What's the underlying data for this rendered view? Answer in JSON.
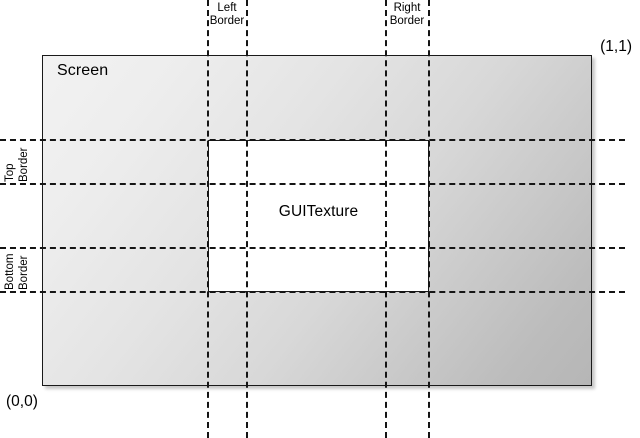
{
  "diagram": {
    "title_shapes": {
      "screen_label": "Screen",
      "guitexture_label": "GUITexture"
    },
    "coordinates": {
      "top_right": "(1,1)",
      "bottom_left": "(0,0)"
    },
    "border_labels": {
      "left": {
        "line1": "Left",
        "line2": "Border"
      },
      "right": {
        "line1": "Right",
        "line2": "Border"
      },
      "top": {
        "line1": "Top",
        "line2": "Border"
      },
      "bottom": {
        "line1": "Bottom",
        "line2": "Border"
      }
    },
    "colors": {
      "stroke": "#151515",
      "screen_gradient_light": "#f2f2f2",
      "screen_gradient_dark": "#b6b6b6",
      "guitexture_fill": "#ffffff",
      "background": "#ffffff"
    },
    "guides": {
      "vertical_x": [
        207,
        246,
        385,
        428
      ],
      "horizontal_y": [
        139,
        183,
        247,
        291
      ]
    }
  }
}
